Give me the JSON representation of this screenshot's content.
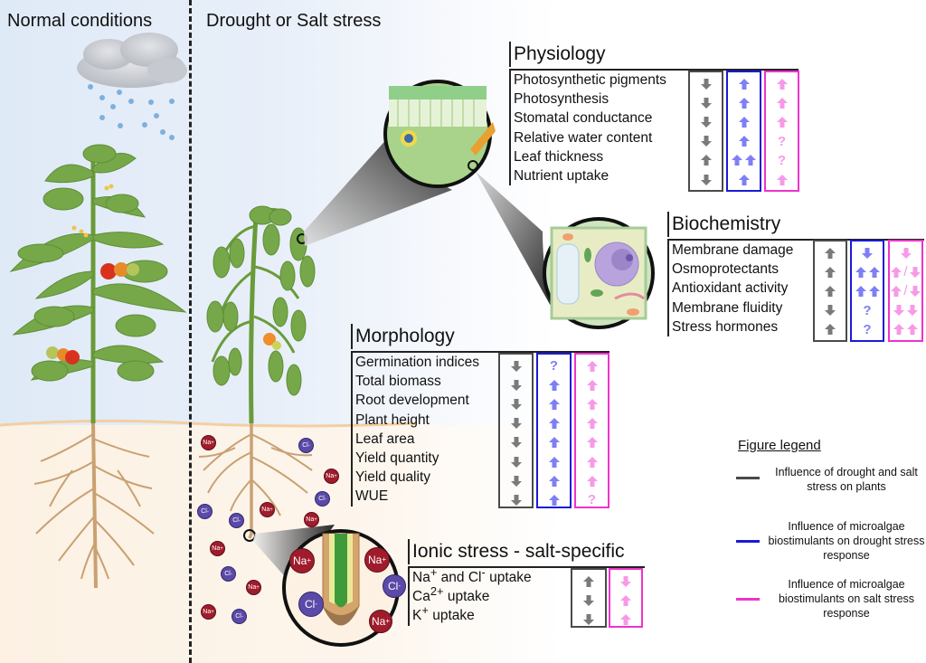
{
  "panels": {
    "left_title": "Normal conditions",
    "right_title": "Drought or Salt stress"
  },
  "colors": {
    "gray": "#4a4a4a",
    "blue": "#1a1ad6",
    "pink": "#ee33cc",
    "gray_arrow": "#7a7a7a",
    "blue_arrow": "#7f7ff5",
    "pink_arrow": "#f79ae6"
  },
  "sections": {
    "physiology": {
      "title": "Physiology",
      "rows": [
        {
          "label": "Photosynthetic pigments",
          "stress": "down",
          "drought": "up",
          "salt": "up"
        },
        {
          "label": "Photosynthesis",
          "stress": "down",
          "drought": "up",
          "salt": "up"
        },
        {
          "label": "Stomatal conductance",
          "stress": "down",
          "drought": "up",
          "salt": "up"
        },
        {
          "label": "Relative water content",
          "stress": "down",
          "drought": "up",
          "salt": "?"
        },
        {
          "label": "Leaf thickness",
          "stress": "up",
          "drought": "up-up",
          "salt": "?"
        },
        {
          "label": "Nutrient uptake",
          "stress": "down",
          "drought": "up",
          "salt": "up"
        }
      ]
    },
    "biochemistry": {
      "title": "Biochemistry",
      "rows": [
        {
          "label": "Membrane damage",
          "stress": "up",
          "drought": "down",
          "salt": "down"
        },
        {
          "label": "Osmoprotectants",
          "stress": "up",
          "drought": "up-up",
          "salt": "up/down"
        },
        {
          "label": "Antioxidant activity",
          "stress": "up",
          "drought": "up-up",
          "salt": "up/down"
        },
        {
          "label": "Membrane fluidity",
          "stress": "down",
          "drought": "?",
          "salt": "down-down"
        },
        {
          "label": "Stress hormones",
          "stress": "up",
          "drought": "?",
          "salt": "up-up"
        }
      ]
    },
    "morphology": {
      "title": "Morphology",
      "rows": [
        {
          "label": "Germination indices",
          "stress": "down",
          "drought": "?",
          "salt": "up"
        },
        {
          "label": "Total biomass",
          "stress": "down",
          "drought": "up",
          "salt": "up"
        },
        {
          "label": "Root development",
          "stress": "down",
          "drought": "up",
          "salt": "up"
        },
        {
          "label": "Plant height",
          "stress": "down",
          "drought": "up",
          "salt": "up"
        },
        {
          "label": "Leaf area",
          "stress": "down",
          "drought": "up",
          "salt": "up"
        },
        {
          "label": "Yield quantity",
          "stress": "down",
          "drought": "up",
          "salt": "up"
        },
        {
          "label": "Yield quality",
          "stress": "down",
          "drought": "up",
          "salt": "up"
        },
        {
          "label": "WUE",
          "stress": "down",
          "drought": "up",
          "salt": "?"
        }
      ]
    },
    "ionic": {
      "title": "Ionic stress  - salt-specific",
      "rows": [
        {
          "label_main": "Na",
          "label_sup": "+",
          "label_mid": " and Cl",
          "label_sup2": "-",
          "label_end": " uptake",
          "stress": "up",
          "salt": "down"
        },
        {
          "label_main": "Ca",
          "label_sup": "2+",
          "label_mid": "",
          "label_sup2": "",
          "label_end": " uptake",
          "stress": "down",
          "salt": "up"
        },
        {
          "label_main": "K",
          "label_sup": "+",
          "label_mid": "",
          "label_sup2": "",
          "label_end": " uptake",
          "stress": "down",
          "salt": "up"
        }
      ]
    }
  },
  "ions": {
    "na": {
      "symbol": "Na",
      "charge": "+"
    },
    "cl": {
      "symbol": "Cl",
      "charge": "-"
    }
  },
  "legend": {
    "title": "Figure legend",
    "items": [
      {
        "text": "Influence of drought and salt stress on plants",
        "color": "#4a4a4a"
      },
      {
        "text": "Influence of microalgae biostimulants on drought stress response",
        "color": "#1a1ad6"
      },
      {
        "text": "Influence of microalgae biostimulants on salt stress response",
        "color": "#ee33cc"
      }
    ]
  }
}
